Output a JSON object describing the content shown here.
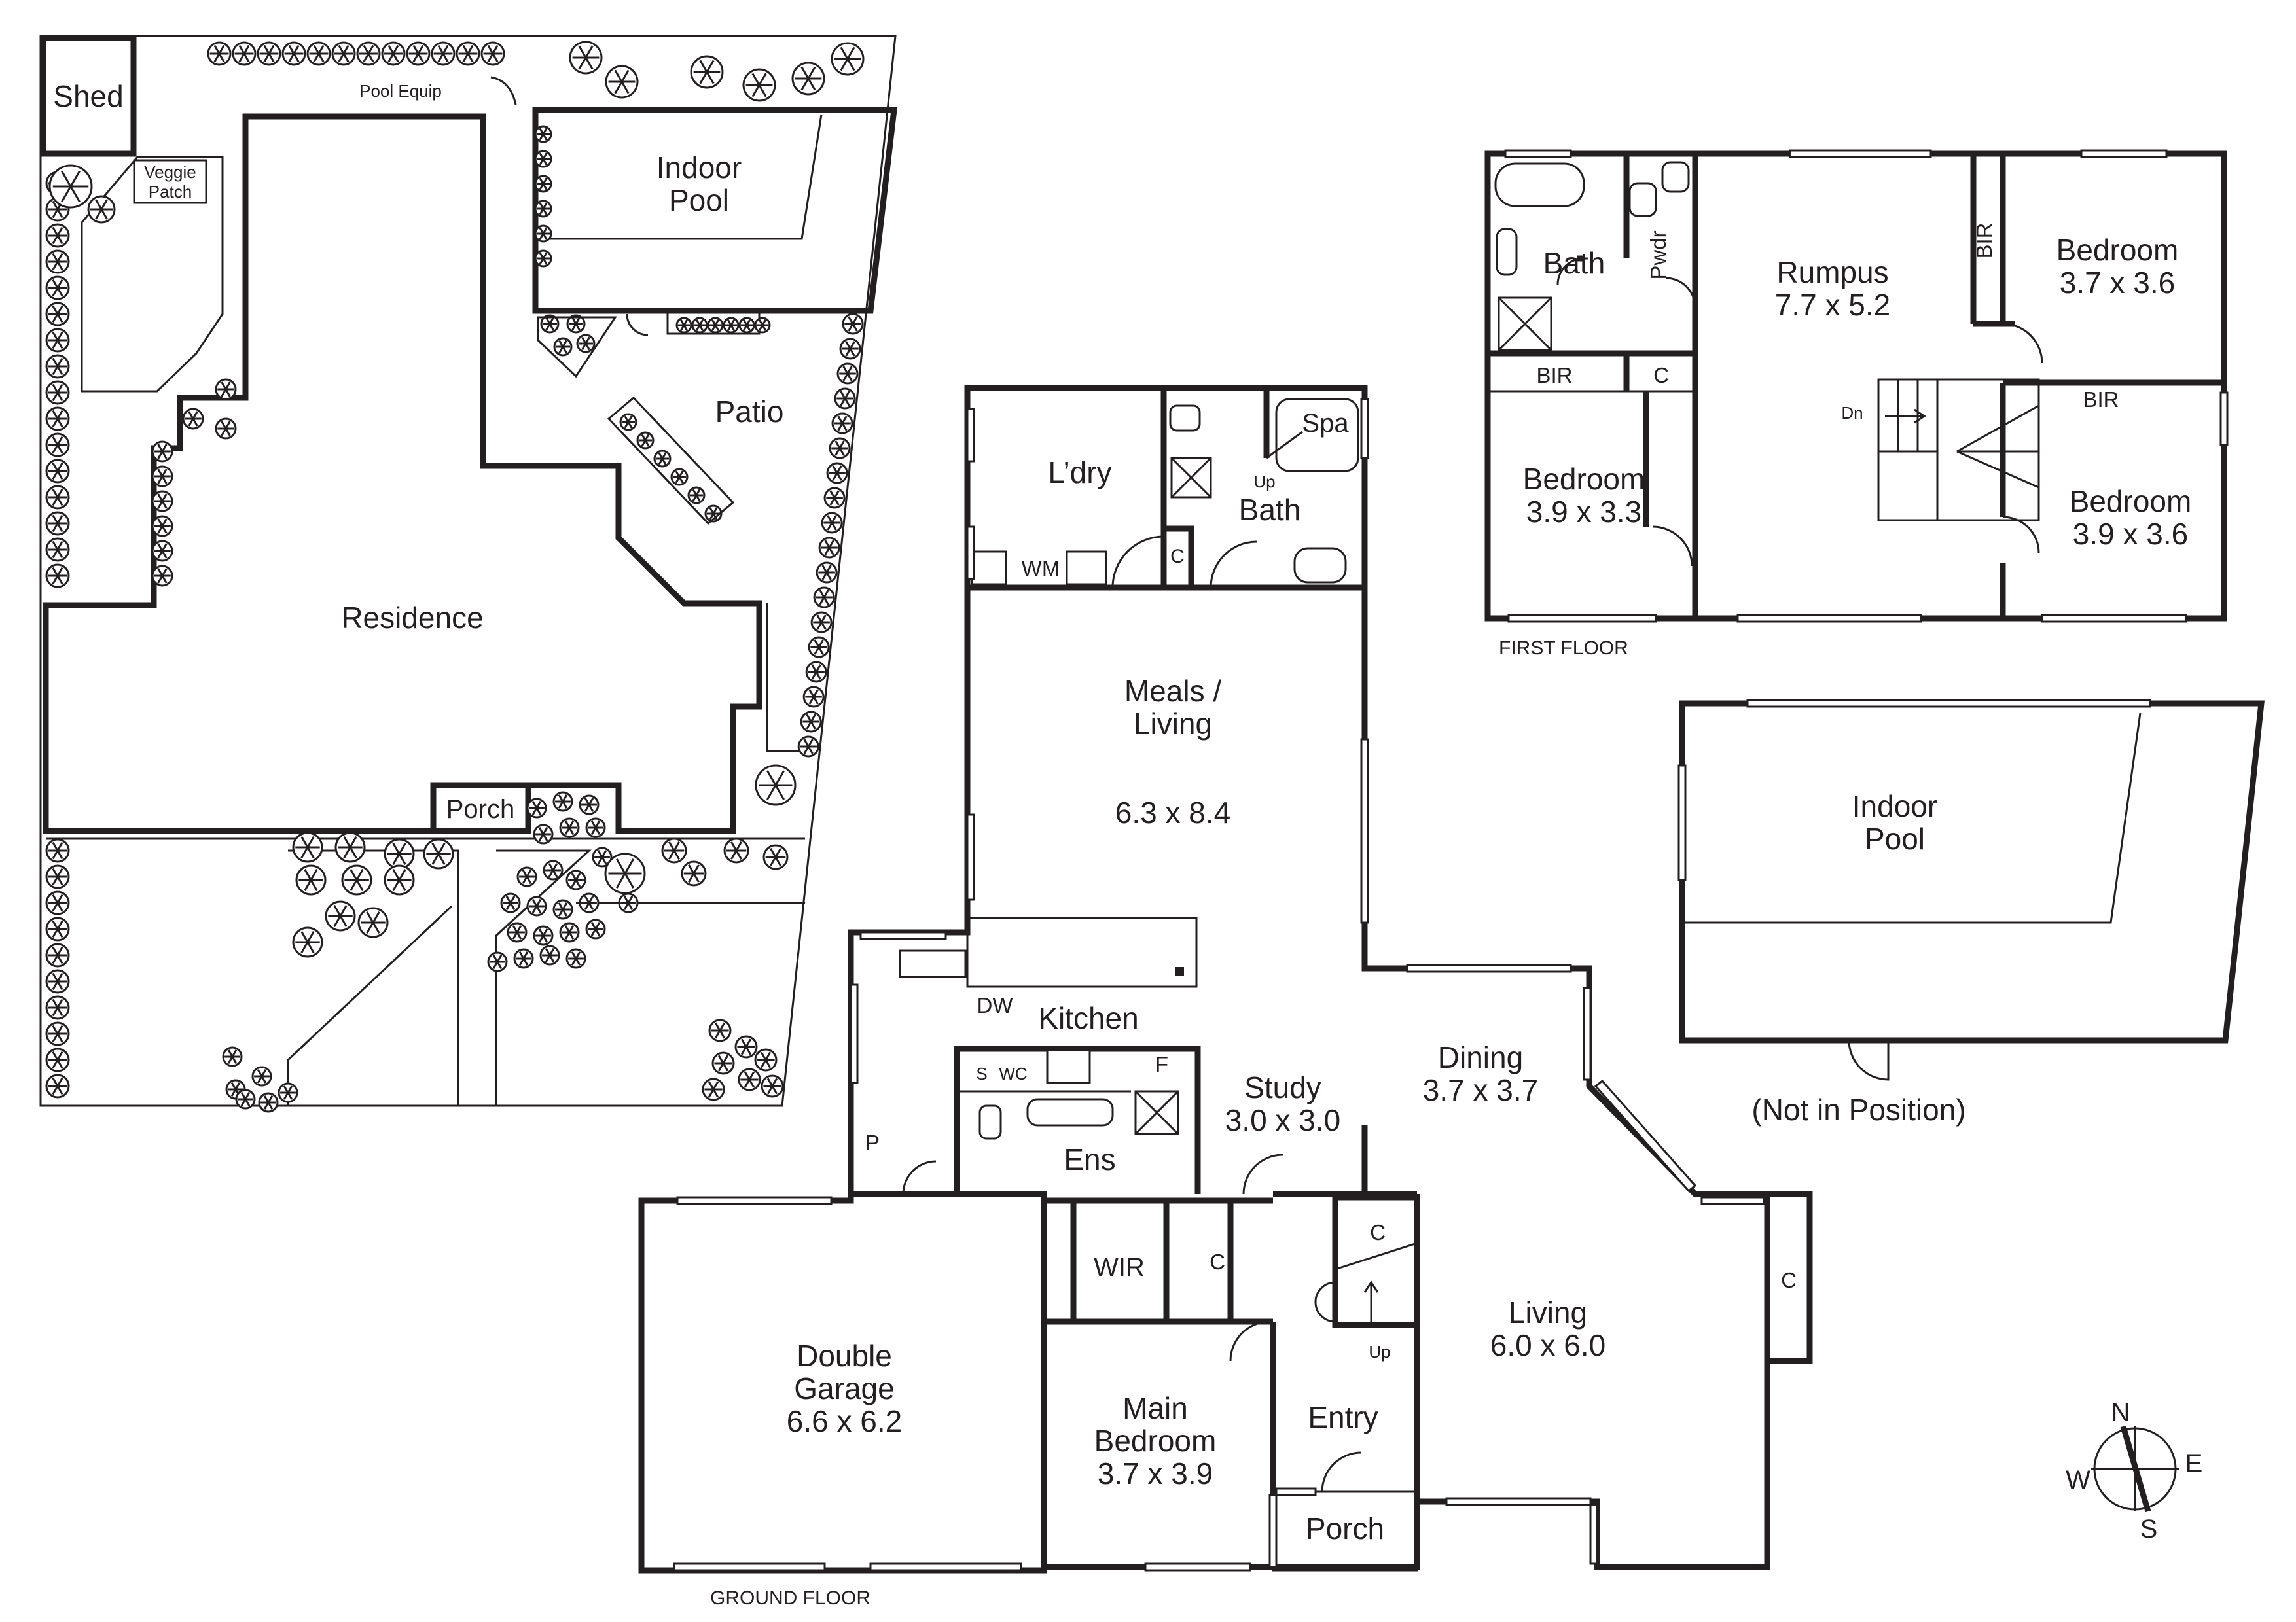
{
  "site": {
    "shed": "Shed",
    "pool_equip": "Pool Equip",
    "veggie_patch": [
      "Veggie",
      "Patch"
    ],
    "indoor_pool": [
      "Indoor",
      "Pool"
    ],
    "patio": "Patio",
    "residence": "Residence",
    "porch": "Porch"
  },
  "ground_floor": {
    "label": "GROUND FLOOR",
    "laundry": "L’dry",
    "wm": "WM",
    "c": "C",
    "up": "Up",
    "bath": "Bath",
    "spa": "Spa",
    "meals_living": [
      "Meals /",
      "Living"
    ],
    "meals_living_size": "6.3 x 8.4",
    "dw": "DW",
    "kitchen": "Kitchen",
    "s": "S",
    "wc": "WC",
    "f": "F",
    "study": "Study",
    "study_size": "3.0 x 3.0",
    "dining": "Dining",
    "dining_size": "3.7 x 3.7",
    "p": "P",
    "ens": "Ens",
    "wir": "WIR",
    "entry": "Entry",
    "living": "Living",
    "living_size": "6.0 x 6.0",
    "garage": [
      "Double",
      "Garage"
    ],
    "garage_size": "6.6 x 6.2",
    "main_bedroom": [
      "Main",
      "Bedroom"
    ],
    "main_bedroom_size": "3.7 x 3.9",
    "porch": "Porch"
  },
  "first_floor": {
    "label": "FIRST FLOOR",
    "bath": "Bath",
    "pwdr": "Pwdr",
    "rumpus": "Rumpus",
    "rumpus_size": "7.7 x 5.2",
    "bir": "BIR",
    "bedroom": "Bedroom",
    "bed_ne_size": "3.7 x 3.6",
    "bed_w_size": "3.9 x 3.3",
    "bed_se_size": "3.9 x 3.6",
    "c": "C",
    "dn": "Dn"
  },
  "pool_plan": {
    "indoor_pool": [
      "Indoor",
      "Pool"
    ],
    "not_in_position": "(Not in Position)"
  },
  "compass": {
    "n": "N",
    "e": "E",
    "s": "S",
    "w": "W"
  }
}
